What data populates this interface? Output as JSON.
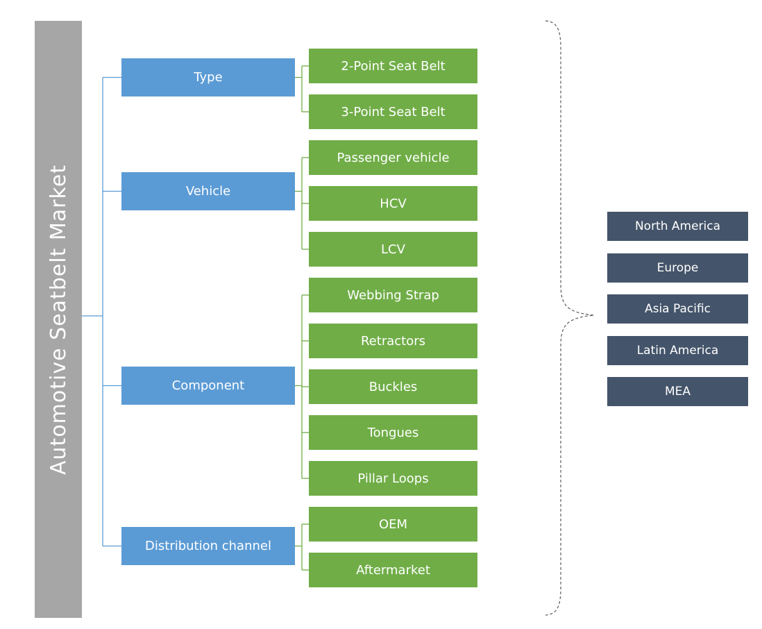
{
  "root": {
    "label": "Automotive Seatbelt Market"
  },
  "colors": {
    "root_bar": "#a6a6a6",
    "category": "#5b9bd5",
    "item": "#70ad47",
    "region": "#44546a",
    "brace": "#595959"
  },
  "groups": [
    {
      "label": "Type",
      "items": [
        "2-Point Seat Belt",
        "3-Point Seat Belt"
      ]
    },
    {
      "label": "Vehicle",
      "items": [
        "Passenger vehicle",
        "HCV",
        "LCV"
      ]
    },
    {
      "label": "Component",
      "items": [
        "Webbing Strap",
        "Retractors",
        "Buckles",
        "Tongues",
        "Pillar Loops"
      ]
    },
    {
      "label": "Distribution channel",
      "items": [
        "OEM",
        "Aftermarket"
      ]
    }
  ],
  "regions": [
    "North America",
    "Europe",
    "Asia Pacific",
    "Latin America",
    "MEA"
  ]
}
